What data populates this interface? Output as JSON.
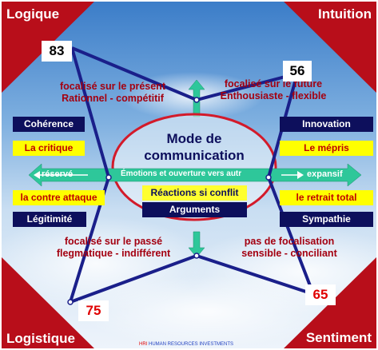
{
  "corners": {
    "top_left": "Logique",
    "top_right": "Intuition",
    "bottom_left": "Logistique",
    "bottom_right": "Sentiment"
  },
  "center": {
    "title_line1": "Mode de",
    "title_line2": "communication",
    "axis_text": "Émotions et ouverture vers autr",
    "left_arrow": "réservé",
    "right_arrow": "expansif"
  },
  "quadrants": {
    "top_left": {
      "line1": "focalisé sur le présent",
      "line2": "Rationnel - compétitif"
    },
    "top_right": {
      "line1": "focalisé sur le future",
      "line2": "Enthousiaste - flexible"
    },
    "bottom_left": {
      "line1": "focalisé sur le passé",
      "line2": "flegmatique - indifférent"
    },
    "bottom_right": {
      "line1": "pas de focalisation",
      "line2": "sensible - conciliant"
    }
  },
  "left_boxes": {
    "quality_top": "Cohérence",
    "weakness_top": "La critique",
    "weakness_bottom": "la contre attaque",
    "quality_bottom": "Légitimité"
  },
  "right_boxes": {
    "quality_top": "Innovation",
    "weakness_top": "Le mépris",
    "weakness_bottom": "le retrait total",
    "quality_bottom": "Sympathie"
  },
  "center_boxes": {
    "conflict": "Réactions si conflit",
    "arguments": "Arguments"
  },
  "scores": {
    "logique": "83",
    "intuition": "56",
    "logistique": "75",
    "sentiment": "65"
  },
  "footer": {
    "hri": "HRI",
    "text": "HUMAN  RESOURCES  INVESTMENTS"
  },
  "colors": {
    "frame_red": "#cc1120",
    "navy": "#0d0f5c",
    "yellow": "#ffff00",
    "text_red": "#a40010",
    "green_arrow": "#2ec79a"
  }
}
